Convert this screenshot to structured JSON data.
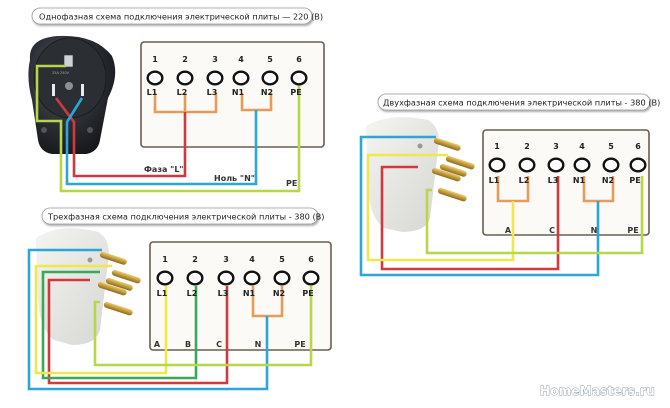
{
  "watermark": "HomeMasters.ru",
  "colors": {
    "phase_red": "#d2393f",
    "neutral_blue": "#2ba6d6",
    "ground_lime": "#b7d64a",
    "yellow": "#f0e84a",
    "green": "#3aa858",
    "jumper_orange": "#e89a58",
    "box_border": "#6b5d4d",
    "box_fill": "#fbfaf6"
  },
  "diagrams": [
    {
      "id": "single-phase",
      "title": "Однофазная схема подключения электрической плиты — 220 (В)",
      "terminals": [
        {
          "num": "1",
          "label": "L1"
        },
        {
          "num": "2",
          "label": "L2"
        },
        {
          "num": "3",
          "label": "L3"
        },
        {
          "num": "4",
          "label": "N1"
        },
        {
          "num": "5",
          "label": "N2"
        },
        {
          "num": "6",
          "label": "PE"
        }
      ],
      "wire_labels": {
        "phase": "Фаза \"L\"",
        "neutral": "Ноль \"N\"",
        "ground": "PE"
      },
      "plug": "black-three-pin-socket"
    },
    {
      "id": "three-phase",
      "title": "Трехфазная схема подключения электрической плиты - 380 (В)",
      "terminals": [
        {
          "num": "1",
          "label": "L1"
        },
        {
          "num": "2",
          "label": "L2"
        },
        {
          "num": "3",
          "label": "L3"
        },
        {
          "num": "4",
          "label": "N1"
        },
        {
          "num": "5",
          "label": "N2"
        },
        {
          "num": "6",
          "label": "PE"
        }
      ],
      "phase_labels": [
        "A",
        "B",
        "C",
        "N",
        "PE"
      ],
      "plug": "white-five-pin-plug"
    },
    {
      "id": "two-phase",
      "title": "Двухфазная схема подключения электрической плиты - 380 (В)",
      "terminals": [
        {
          "num": "1",
          "label": "L1"
        },
        {
          "num": "2",
          "label": "L2"
        },
        {
          "num": "3",
          "label": "L3"
        },
        {
          "num": "4",
          "label": "N1"
        },
        {
          "num": "5",
          "label": "N2"
        },
        {
          "num": "6",
          "label": "PE"
        }
      ],
      "phase_labels": [
        "A",
        "C",
        "N",
        "PE"
      ],
      "plug": "white-five-pin-plug"
    }
  ]
}
